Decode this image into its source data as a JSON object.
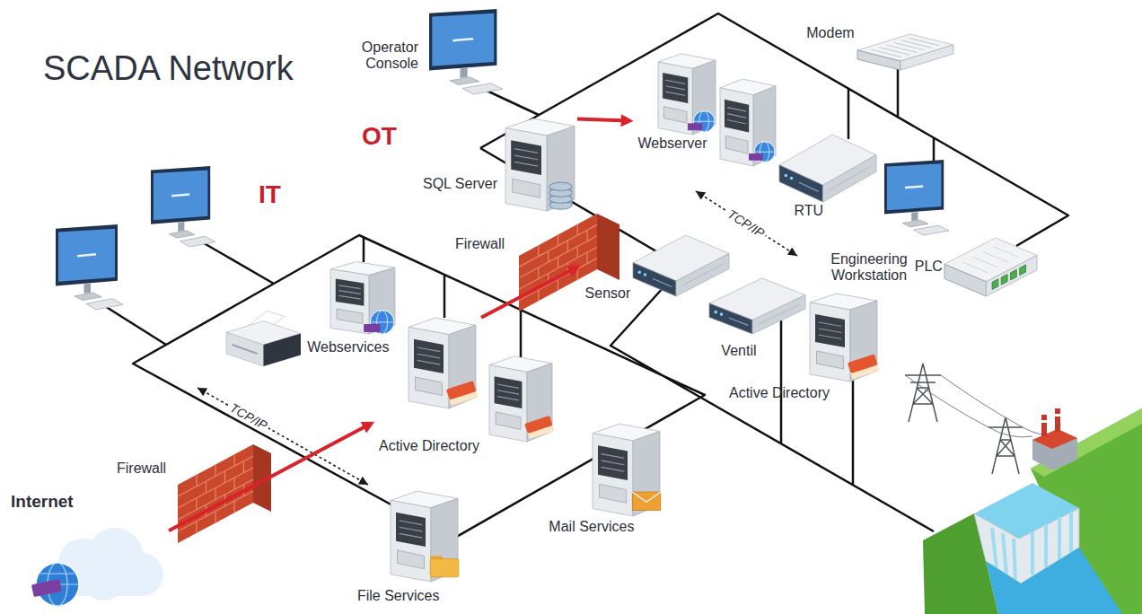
{
  "diagram": {
    "title": "SCADA Network",
    "nodes": [
      {
        "text": [
          "Operator Console"
        ]
      },
      {
        "text": [
          "Modem"
        ]
      },
      {
        "text": [
          "Webserver"
        ]
      },
      {
        "text": [
          "SQL Server"
        ]
      },
      {
        "text": [
          "RTU"
        ]
      },
      {
        "text": [
          "Engineering Workstation"
        ]
      },
      {
        "text": [
          "Sensor"
        ]
      },
      {
        "text": [
          "PLC"
        ]
      },
      {
        "text": [
          "Ventil"
        ]
      },
      {
        "text": [
          "Active Directory"
        ]
      },
      {
        "text": [
          "Webservices"
        ]
      },
      {
        "text": [
          "Active Directory"
        ]
      },
      {
        "text": [
          "Internet"
        ]
      },
      {
        "text": [
          "Mail Services"
        ]
      },
      {
        "text": [
          "File Services"
        ]
      }
    ],
    "edges": [
      {
        "from": 12,
        "to": 11,
        "arrow": "to"
      },
      {
        "from": 11,
        "to": 6,
        "arrow": "to"
      },
      {
        "from": 3,
        "to": 2,
        "arrow": "to"
      }
    ],
    "labels": [
      "OT",
      "IT",
      "Firewall",
      "Firewall",
      "TCP/IP",
      "TCP/IP"
    ]
  }
}
